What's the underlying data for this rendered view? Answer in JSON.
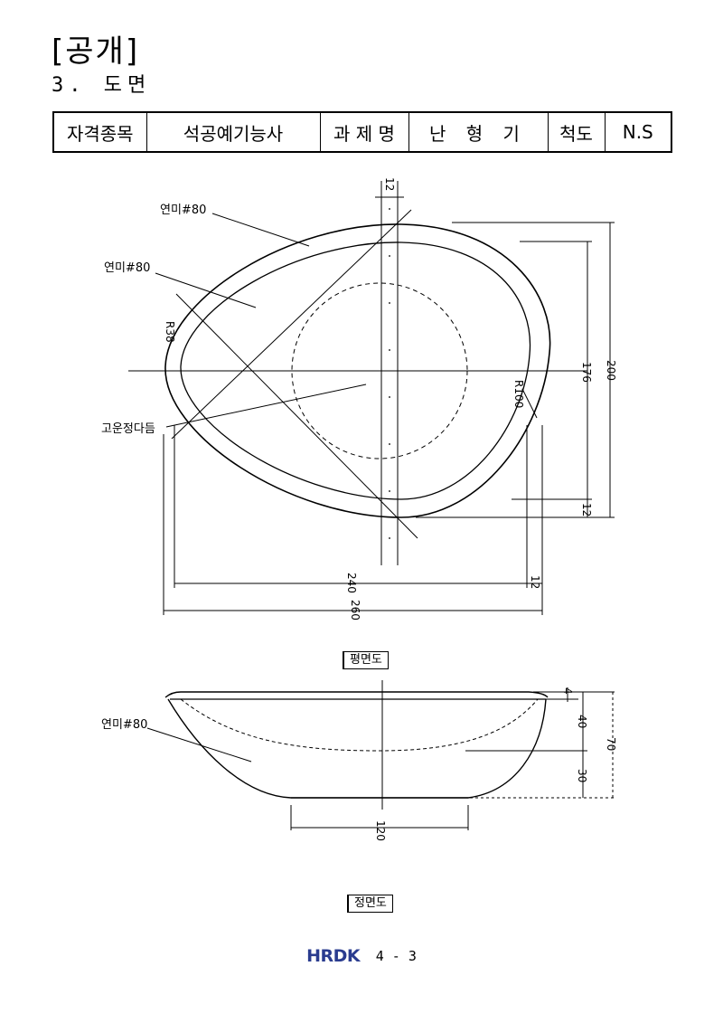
{
  "document": {
    "heading": "[공개]",
    "subheading": "3. 도면"
  },
  "info_table": {
    "qualification_label": "자격종목",
    "qualification_value": "석공예기능사",
    "task_label": "과 제 명",
    "task_value": "난 형 기",
    "scale_label": "척도",
    "scale_value": "N.S"
  },
  "plan_view": {
    "caption": "평면도",
    "labels": {
      "finish_outer": "연미#80",
      "finish_inner": "연미#80",
      "finish_surface": "고운정다듬",
      "radius_small": "R38",
      "radius_large": "R100"
    },
    "dimensions": {
      "rim_top": "12",
      "inner_height": "176",
      "outer_height": "200",
      "rim_bottom": "12",
      "inner_width": "240",
      "outer_width": "260",
      "rim_right": "12"
    }
  },
  "front_view": {
    "caption": "정면도",
    "labels": {
      "finish": "연미#80"
    },
    "dimensions": {
      "lip": "4",
      "depth": "40",
      "total_height": "70",
      "base_height": "30",
      "base_width": "120"
    }
  },
  "footer": {
    "logo_text": "HRDK",
    "page_number": "4 - 3"
  }
}
